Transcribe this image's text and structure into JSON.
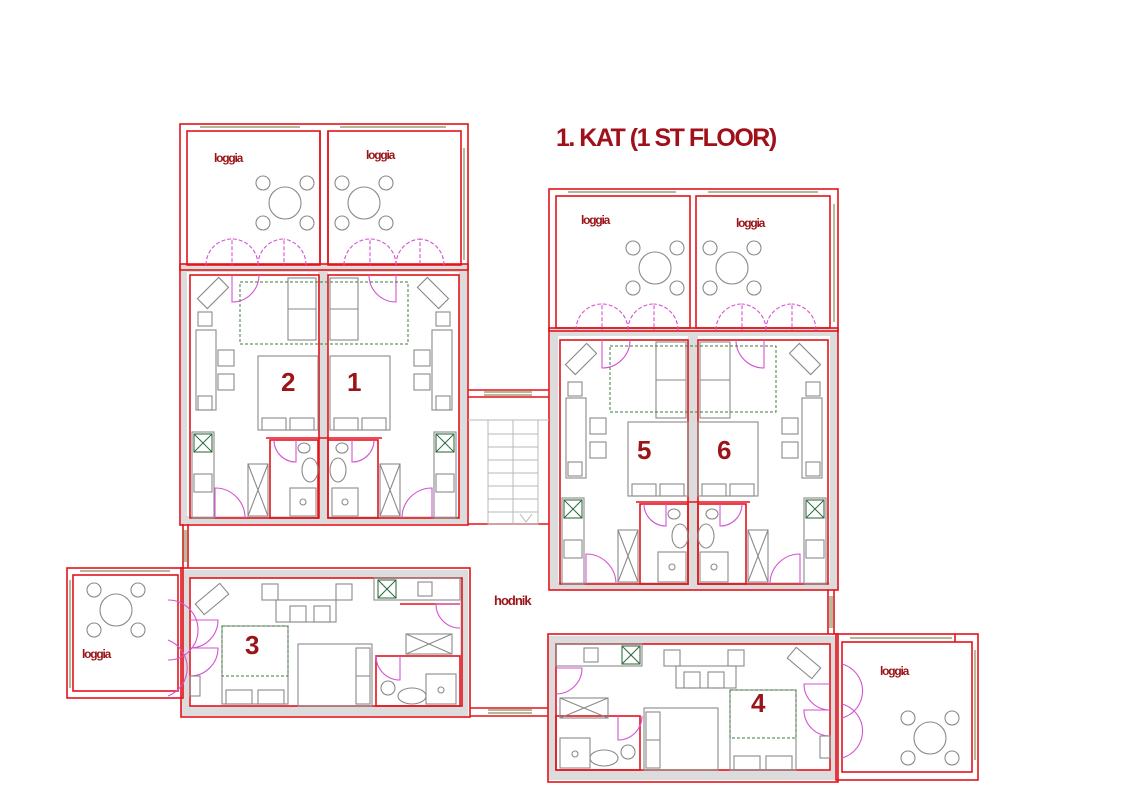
{
  "plan": {
    "title": "1. KAT (1 ST FLOOR)",
    "corridor_label": "hodnik",
    "loggia_label": "loggia",
    "units": [
      "1",
      "2",
      "3",
      "4",
      "5",
      "6"
    ],
    "colors": {
      "wall": "#e3141c",
      "door": "#d552d3",
      "furniture": "#8a8a8a",
      "window": "#8a8a5a",
      "text": "#9a1418",
      "wall_fill": "#dcdcdc"
    }
  }
}
